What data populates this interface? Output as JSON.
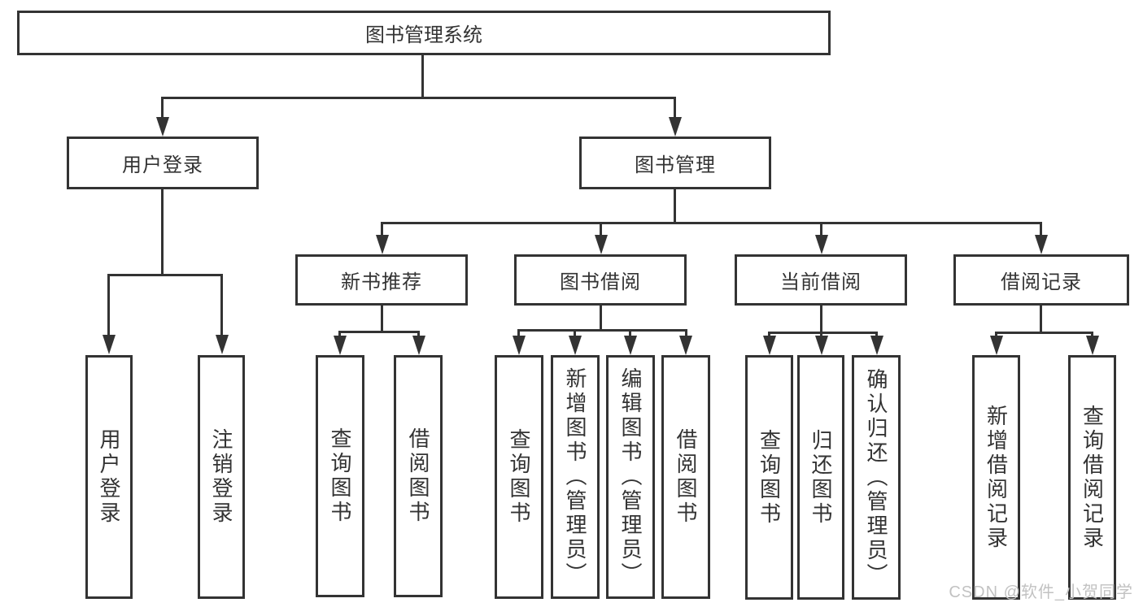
{
  "diagram": {
    "root": {
      "label": "图书管理系统",
      "children": [
        {
          "label": "用户登录",
          "children": [
            {
              "label": "用户登录"
            },
            {
              "label": "注销登录"
            }
          ]
        },
        {
          "label": "图书管理",
          "children": [
            {
              "label": "新书推荐",
              "children": [
                {
                  "label": "查询图书"
                },
                {
                  "label": "借阅图书"
                }
              ]
            },
            {
              "label": "图书借阅",
              "children": [
                {
                  "label": "查询图书"
                },
                {
                  "label": "新增图书（管理员）"
                },
                {
                  "label": "编辑图书（管理员）"
                },
                {
                  "label": "借阅图书"
                }
              ]
            },
            {
              "label": "当前借阅",
              "children": [
                {
                  "label": "查询图书"
                },
                {
                  "label": "归还图书"
                },
                {
                  "label": "确认归还（管理员）"
                }
              ]
            },
            {
              "label": "借阅记录",
              "children": [
                {
                  "label": "新增借阅记录"
                },
                {
                  "label": "查询借阅记录"
                }
              ]
            }
          ]
        }
      ]
    }
  },
  "watermark": {
    "text": "CSDN @软件_小贺同学"
  },
  "colors": {
    "line": "#333333",
    "box_border": "#333333",
    "text": "#333333",
    "watermark": "#c2c2c2",
    "background": "#ffffff"
  }
}
